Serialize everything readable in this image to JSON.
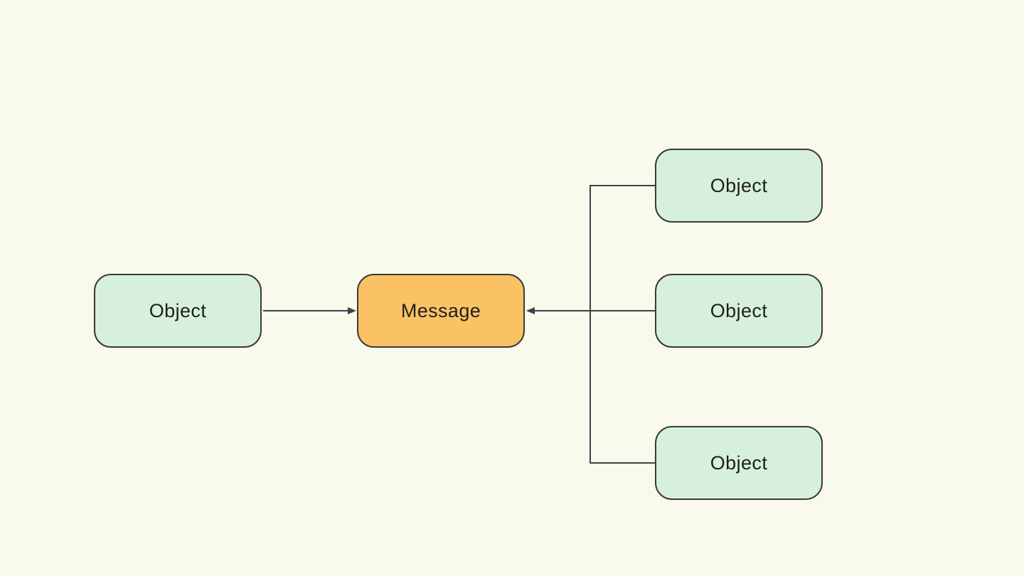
{
  "canvas": {
    "background_color": "#F9FAEB"
  },
  "palette": {
    "green_node_fill": "#D6F0DC",
    "orange_node_fill": "#FBC264",
    "node_border_color": "#3A3A3A",
    "connector_color": "#3E4247",
    "text_color": "#1E1F21"
  },
  "nodes": [
    {
      "id": "object-left",
      "label": "Object",
      "shape": "rounded-rectangle",
      "fill": "#D6F0DC"
    },
    {
      "id": "message-center",
      "label": "Message",
      "shape": "rounded-rectangle",
      "fill": "#FBC264"
    },
    {
      "id": "object-top-right",
      "label": "Object",
      "shape": "rounded-rectangle",
      "fill": "#D6F0DC"
    },
    {
      "id": "object-middle-right",
      "label": "Object",
      "shape": "rounded-rectangle",
      "fill": "#D6F0DC"
    },
    {
      "id": "object-bottom-right",
      "label": "Object",
      "shape": "rounded-rectangle",
      "fill": "#D6F0DC"
    }
  ],
  "connectors": [
    {
      "id": "object-left-to-message",
      "from": "object-left",
      "to": "message-center",
      "arrowhead": "end"
    },
    {
      "id": "right-objects-to-message",
      "from": [
        "object-top-right",
        "object-middle-right",
        "object-bottom-right"
      ],
      "to": "message-center",
      "arrowhead": "end",
      "style": "merged-bracket"
    }
  ]
}
